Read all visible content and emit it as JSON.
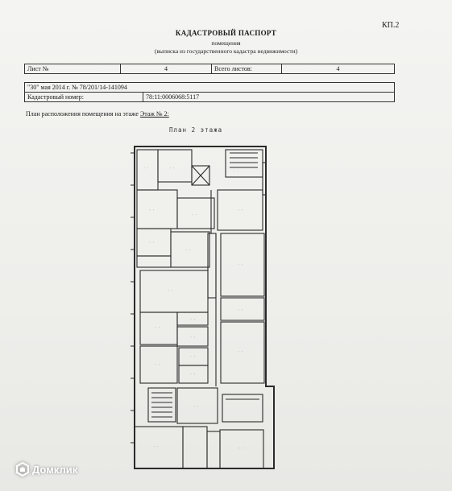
{
  "document": {
    "form_code": "КП.2",
    "title": "КАДАСТРОВЫЙ ПАСПОРТ",
    "subtitle": "помещения",
    "subtitle2": "(выписка из государственного кадастра недвижимости)",
    "sheet_label": "Лист №",
    "sheet_value": "4",
    "total_label": "Всего листов:",
    "total_value": "4",
    "date_line": "\"30\" мая 2014 г. № 78/201/14-141094",
    "cadastral_label": "Кадастровый номер:",
    "cadastral_value": "78:11:0006068:5117",
    "plan_label": "План расположения помещения на этаже ",
    "plan_floor": "Этаж № 2:"
  },
  "plan": {
    "title": "План 2 этажа"
  },
  "watermark": {
    "text": "Домклик",
    "icon": "domclick-logo-icon"
  }
}
